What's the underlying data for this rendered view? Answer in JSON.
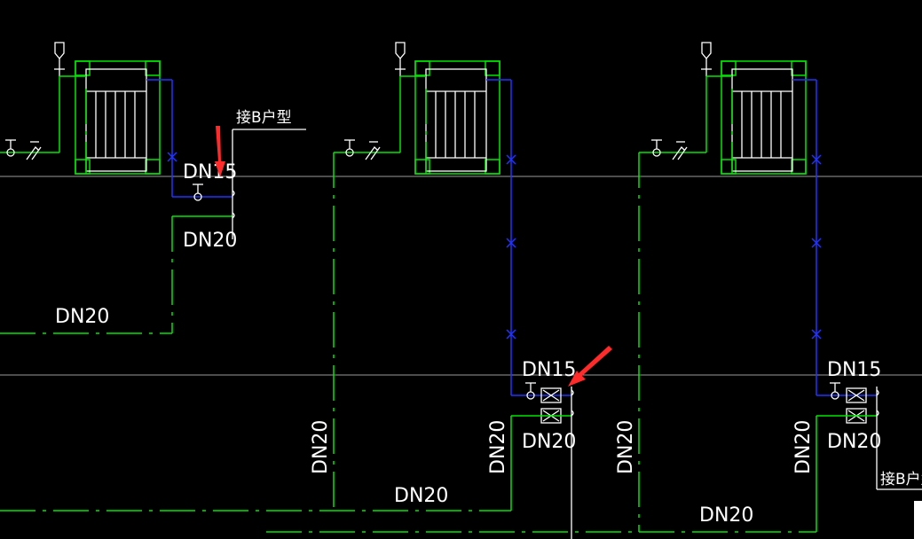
{
  "labels": {
    "dn15": "DN15",
    "dn20": "DN20",
    "note": "接B户型"
  },
  "colors": {
    "background": "#000000",
    "pipe_supply": "#00e600",
    "pipe_return": "#2233ff",
    "annotation": "#ffffff",
    "arrow": "#ff2a2a",
    "floor_line": "#9a9a9a"
  },
  "icons": [
    "radiator-icon",
    "air-vent-icon",
    "valve-icon",
    "meter-icon",
    "check-valve-icon",
    "arrow-icon"
  ]
}
